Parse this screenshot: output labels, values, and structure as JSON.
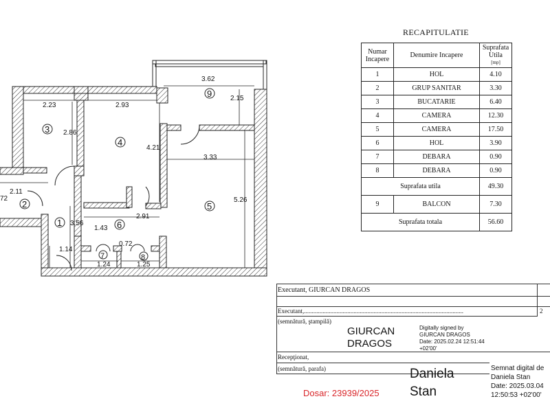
{
  "plan": {
    "rooms": [
      "1",
      "2",
      "3",
      "4",
      "5",
      "6",
      "7",
      "8",
      "9"
    ],
    "dims": {
      "d362": "3.62",
      "d215": "2.15",
      "d223": "2.23",
      "d293": "2.93",
      "d286": "2.86",
      "d421": "4.21",
      "d333": "3.33",
      "d526": "5.26",
      "d211": "2.11",
      "d72": "72",
      "d356": "3.56",
      "d143": "1.43",
      "d291": "2.91",
      "d114": "1.14",
      "d072": "0.72",
      "d124": "1.24",
      "d125": "1.25"
    }
  },
  "recap": {
    "title": "RECAPITULATIE",
    "headers": {
      "num1": "Numar",
      "num2": "Incapere",
      "name": "Denumire Incapere",
      "area1": "Suprafata",
      "area2": "Utila",
      "area3": "[mp]"
    },
    "rows": [
      {
        "num": "1",
        "name": "HOL",
        "area": "4.10"
      },
      {
        "num": "2",
        "name": "GRUP SANITAR",
        "area": "3.30"
      },
      {
        "num": "3",
        "name": "BUCATARIE",
        "area": "6.40"
      },
      {
        "num": "4",
        "name": "CAMERA",
        "area": "12.30"
      },
      {
        "num": "5",
        "name": "CAMERA",
        "area": "17.50"
      },
      {
        "num": "6",
        "name": "HOL",
        "area": "3.90"
      },
      {
        "num": "7",
        "name": "DEBARA",
        "area": "0.90"
      },
      {
        "num": "8",
        "name": "DEBARA",
        "area": "0.90"
      }
    ],
    "useful_label": "Suprafata utila",
    "useful_value": "49.30",
    "balcony": {
      "num": "9",
      "name": "BALCON",
      "area": "7.30"
    },
    "total_label": "Suprafata totala",
    "total_value": "56.60"
  },
  "signature": {
    "executant_title": "Executant, GIURCAN DRAGOS",
    "executant_line": "Executant,.......................................................................................................",
    "stamp_label": "(semnătură, ştampilă)",
    "signer_name_1": "GIURCAN",
    "signer_name_2": "DRAGOS",
    "digital_1": "Digitally signed by",
    "digital_2": "GIURCAN DRAGOS",
    "digital_3": "Date: 2025.02.24 12:51:44",
    "digital_4": "+02'00'",
    "receptionat": "Recepţionat,",
    "parafa_label": "(semnătură, parafa)",
    "right_digit": "2",
    "dosar": "Dosar: 23939/2025",
    "hand_name_1": "Daniela",
    "hand_name_2": "Stan",
    "semnat_1": "Semnat digital de",
    "semnat_2": "Daniela Stan",
    "semnat_3": "Date: 2025.03.04",
    "semnat_4": "12:50:53 +02'00'"
  }
}
